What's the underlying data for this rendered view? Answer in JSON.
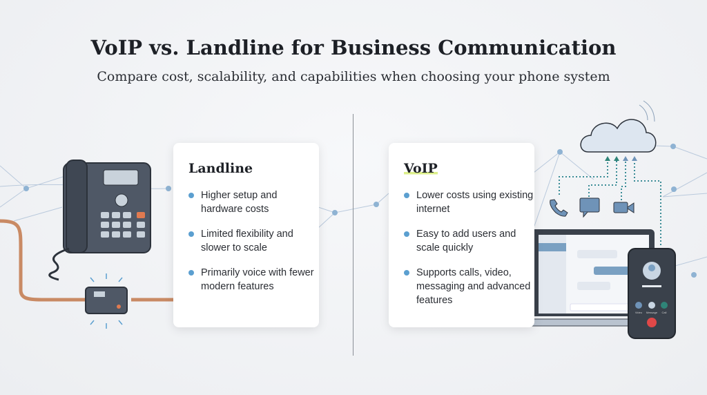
{
  "header": {
    "title": "VoIP vs. Landline for Business Communication",
    "subtitle": "Compare cost, scalability, and capabilities when choosing your phone system"
  },
  "landline": {
    "heading": "Landline",
    "bullets": [
      "Higher setup and hardware costs",
      "Limited flexibility and slower to scale",
      "Primarily voice with fewer modern features"
    ]
  },
  "voip": {
    "heading": "VoIP",
    "bullets": [
      "Lower costs using existing internet",
      "Easy to add users and scale quickly",
      "Supports calls, video, messaging and advanced features"
    ],
    "phone_buttons": [
      "Video",
      "Message",
      "Call"
    ]
  },
  "colors": {
    "accent_dot": "#5b9fd0",
    "highlight": "#dcef8a",
    "cable": "#c98a64",
    "device": "#4f5866"
  }
}
